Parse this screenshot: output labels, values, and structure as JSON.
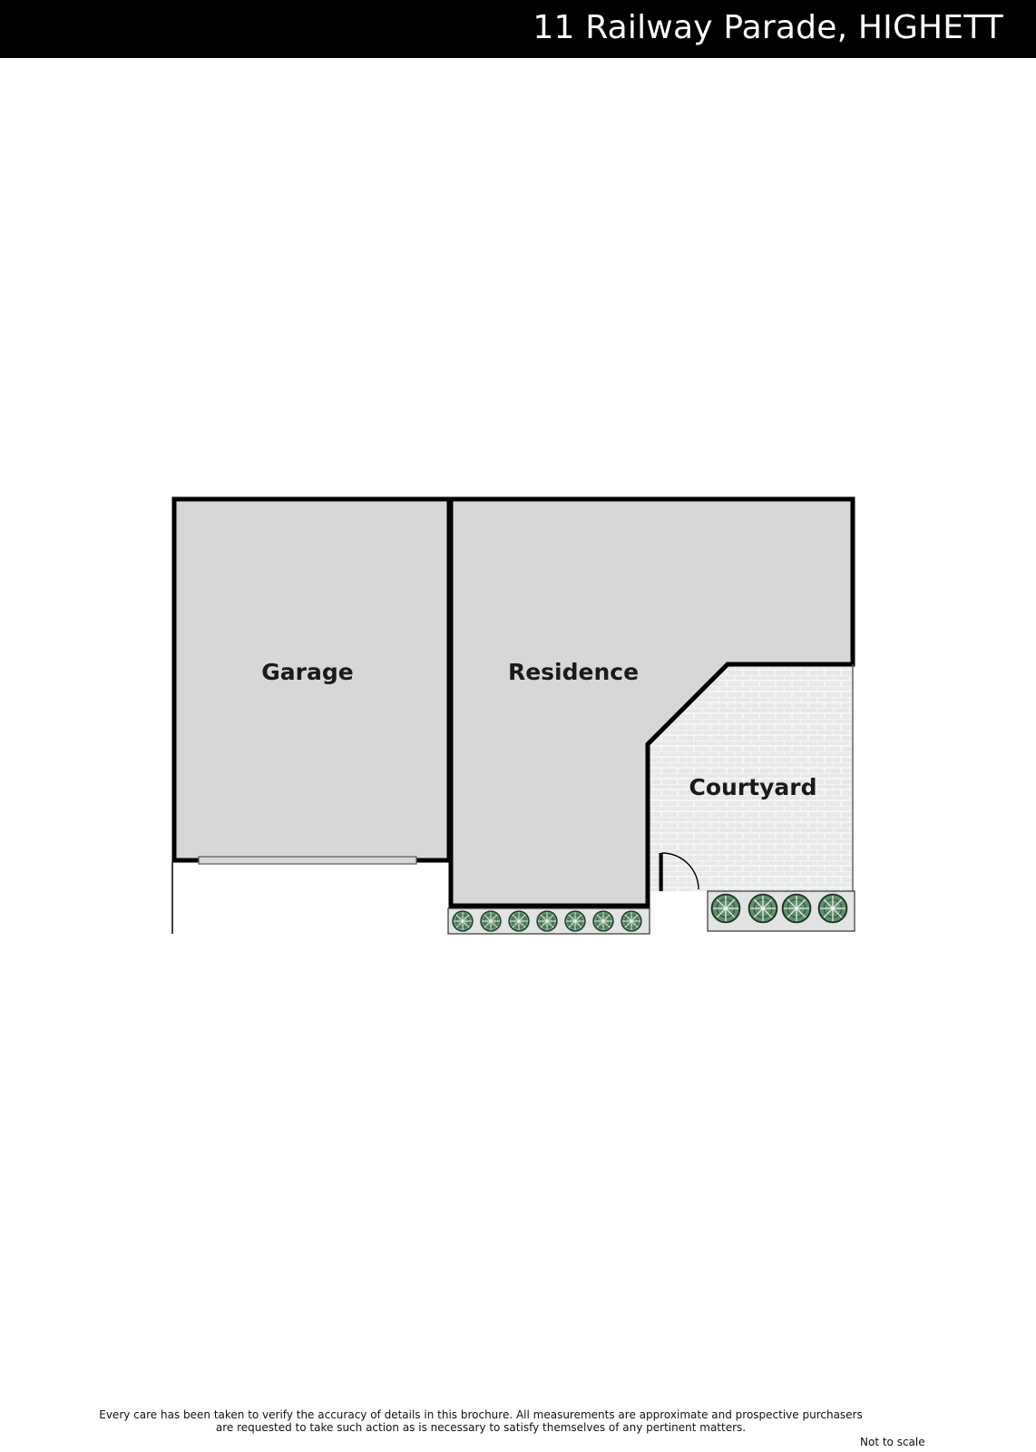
{
  "header": {
    "title": "11 Railway Parade, HIGHETT"
  },
  "colors": {
    "header_background": "#000000",
    "header_text": "#ffffff",
    "room_fill": "#d6d7d7",
    "courtyard_fill": "#e7e8e8",
    "wall": "#000000",
    "shrub": "#5f8f6c"
  },
  "rooms": {
    "garage": "Garage",
    "residence": "Residence",
    "courtyard": "Courtyard"
  },
  "footer": {
    "disclaimer_line1": "Every care has been taken to verify the accuracy of details in this brochure.  All measurements are approximate and prospective purchasers",
    "disclaimer_line2": "are requested to take such action as is necessary to satisfy themselves of any pertinent matters.",
    "scale_note": "Not to scale"
  }
}
